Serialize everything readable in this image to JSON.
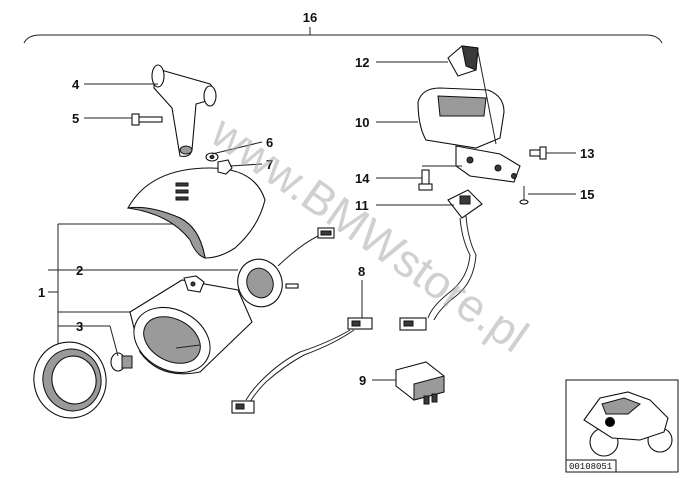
{
  "diagram": {
    "assembly_label": "16",
    "callouts": {
      "c1": "1",
      "c2": "2",
      "c3": "3",
      "c4": "4",
      "c5": "5",
      "c6": "6",
      "c7": "7",
      "c8": "8",
      "c9": "9",
      "c10": "10",
      "c11": "11",
      "c12": "12",
      "c13": "13",
      "c14": "14",
      "c15": "15"
    },
    "watermark": "www.BMWstore.pl",
    "thumbnail": {
      "reference": "00108051"
    }
  }
}
